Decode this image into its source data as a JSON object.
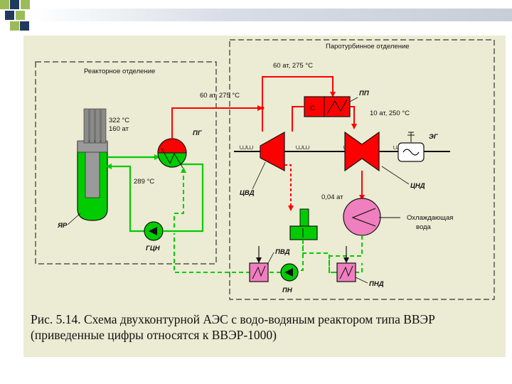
{
  "sections": {
    "reactor": "Реакторное отделение",
    "turbine": "Паротурбинное отделение"
  },
  "labels": {
    "reactor_temp": "322 °С",
    "reactor_pressure": "160 ат",
    "return_temp": "289 °С",
    "steam_main": "60 ат, 275 °С",
    "steam_top": "60 ат, 275 °С",
    "lp_steam": "10 ат, 250 °С",
    "condenser_pressure": "0,04 ат",
    "cooling_water_1": "Охлаждающая",
    "cooling_water_2": "вода",
    "separator_mark": "С"
  },
  "abbreviations": {
    "reactor": "ЯР",
    "steam_generator": "ПГ",
    "main_pump": "ГЦН",
    "superheater": "ПП",
    "hp_cylinder": "ЦВД",
    "lp_cylinder": "ЦНД",
    "generator": "ЭГ",
    "hp_heater": "ПВД",
    "lp_heater": "ПНД",
    "feed_pump": "ПН"
  },
  "caption": {
    "line1": "Рис. 5.14. Схема двухконтурной АЭС с водо-водяным реактором типа ВВЭР",
    "line2": "(приведенные цифры относятся к ВВЭР-1000)"
  },
  "colors": {
    "steam": "#ff0000",
    "water": "#00cc00",
    "heater": "#ef7fbf",
    "background": "#ecebd3",
    "deco_green": "#9bbb59",
    "deco_navy": "#1f3a60"
  }
}
